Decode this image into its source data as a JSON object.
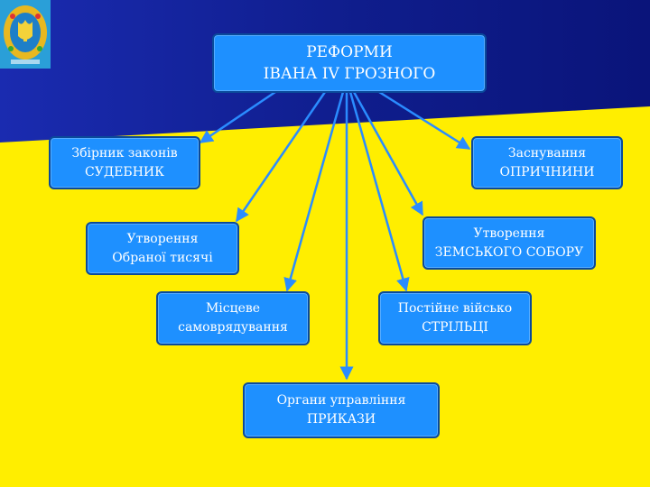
{
  "slide": {
    "title_line1": "РЕФОРМИ",
    "title_line2": "ІВАНА IV ГРОЗНОГО"
  },
  "nodes": {
    "sudebnyk": {
      "line1": "Збірник  законів",
      "line2": "СУДЕБНИК"
    },
    "oprychnyna": {
      "line1": "Заснування",
      "line2": "ОПРИЧНИНИ"
    },
    "obrana_tysyacha": {
      "line1": "Утворення",
      "line2": "Обраної тисячі"
    },
    "zemsky_sobor": {
      "line1": "Утворення",
      "line2": "ЗЕМСЬКОГО СОБОРУ"
    },
    "samovryaduvannya": {
      "line1": "Місцеве",
      "line2": "самоврядування"
    },
    "striltsi": {
      "line1": "Постійне військо",
      "line2": "СТРІЛЬЦІ"
    },
    "prykazy": {
      "line1": "Органи управління",
      "line2": "ПРИКАЗИ"
    }
  },
  "colors": {
    "background_top": "#0f1d8c",
    "background_bottom": "#ffee00",
    "box_fill": "#1e90ff",
    "box_border": "#0a4a9a",
    "arrow": "#2a8cff",
    "text": "#ffffff"
  },
  "emblem": {
    "icon": "ukraine-coat-of-arms-icon"
  }
}
